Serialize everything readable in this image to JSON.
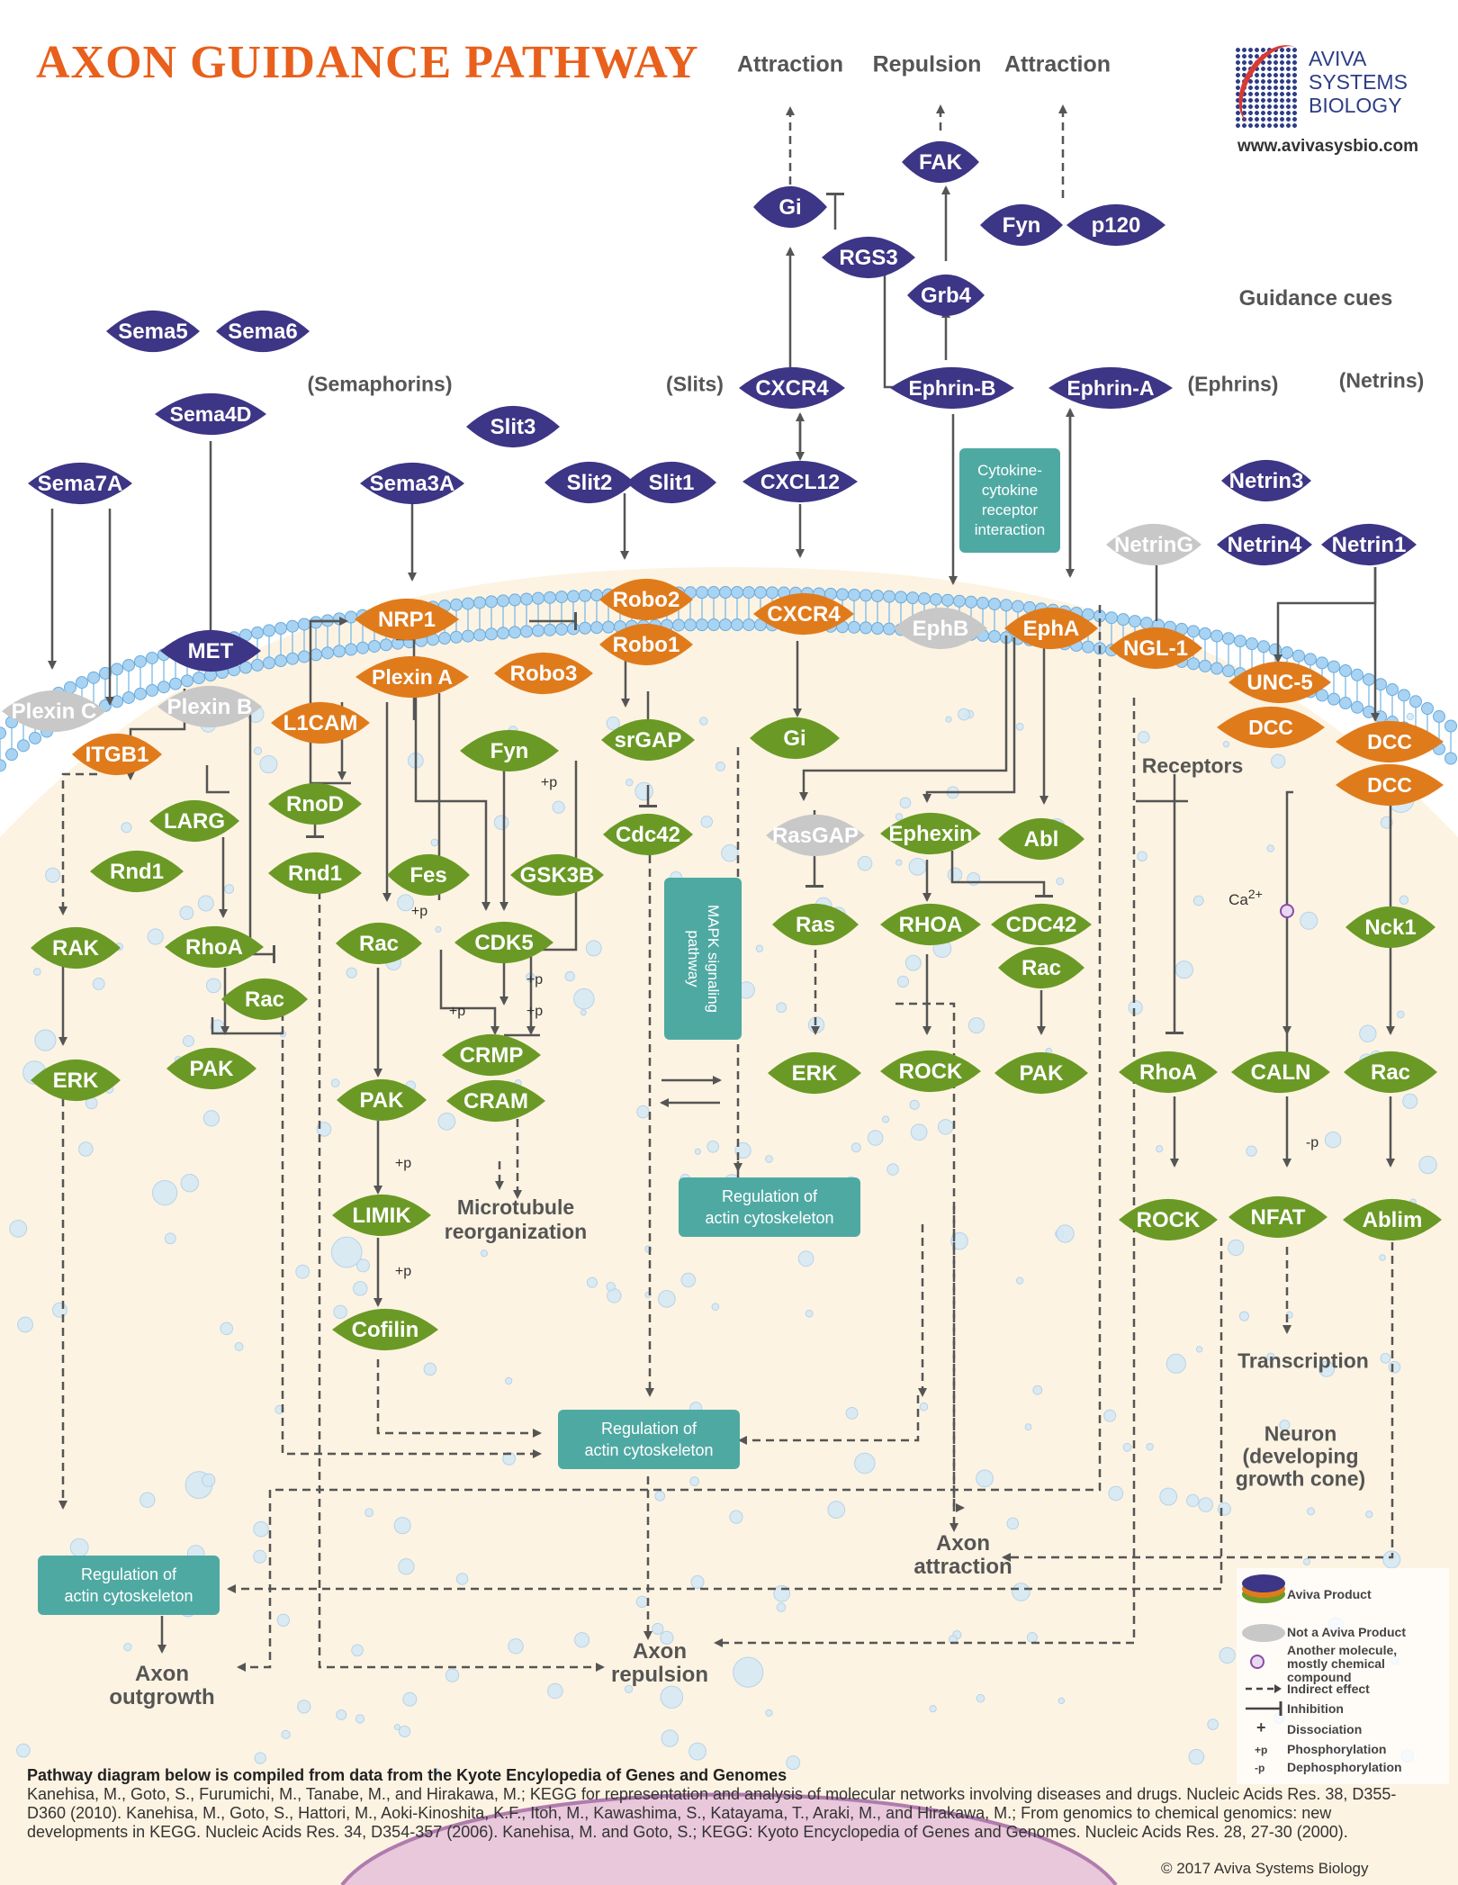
{
  "title": "AXON GUIDANCE PATHWAY",
  "logo": {
    "line1": "AVIVA",
    "line2": "SYSTEMS",
    "line3": "BIOLOGY",
    "url": "www.avivasysbio.com"
  },
  "colors": {
    "aviva_product": "#3d3585",
    "receptor": "#e07b1c",
    "intracellular": "#6a9a25",
    "not_aviva": "#c8c8c8",
    "box": "#4fa9a3",
    "title": "#e8601c"
  },
  "nodes": {
    "gi_top": "Gi",
    "fak": "FAK",
    "rgs3": "RGS3",
    "fyn_top": "Fyn",
    "p120": "p120",
    "grb4": "Grb4",
    "sema5": "Sema5",
    "sema6": "Sema6",
    "sema4d": "Sema4D",
    "sema7a": "Sema7A",
    "sema3a": "Sema3A",
    "slit3": "Slit3",
    "slit2": "Slit2",
    "slit1": "Slit1",
    "cxcr4_top": "CXCR4",
    "cxcl12": "CXCL12",
    "ephrin_b": "Ephrin-B",
    "ephrin_a": "Ephrin-A",
    "netrin3": "Netrin3",
    "netring": "NetrinG",
    "netrin4": "Netrin4",
    "netrin1": "Netrin1",
    "met": "MET",
    "nrp1": "NRP1",
    "plexin_a": "Plexin A",
    "robo2": "Robo2",
    "robo1": "Robo1",
    "robo3": "Robo3",
    "cxcr4": "CXCR4",
    "ephb": "EphB",
    "epha": "EphA",
    "ngl1": "NGL-1",
    "unc5": "UNC-5",
    "dcc_1": "DCC",
    "dcc_2": "DCC",
    "dcc_3": "DCC",
    "plexin_c": "Plexin C",
    "plexin_b": "Plexin B",
    "itgb1": "ITGB1",
    "l1cam": "L1CAM",
    "fyn": "Fyn",
    "srgap": "srGAP",
    "gi": "Gi",
    "larg": "LARG",
    "rnod": "RnoD",
    "rnd1_a": "Rnd1",
    "rnd1_b": "Rnd1",
    "cdc42": "Cdc42",
    "rasgap": "RasGAP",
    "ephexin": "Ephexin",
    "abl": "Abl",
    "fes": "Fes",
    "gsk3b": "GSK3B",
    "rak": "RAK",
    "rhoa_a": "RhoA",
    "rac_a": "Rac",
    "rac_b": "Rac",
    "cdk5": "CDK5",
    "ras": "Ras",
    "rhoa_b": "RHOA",
    "cdc42_b": "CDC42",
    "rac_c": "Rac",
    "nck1": "Nck1",
    "crmp": "CRMP",
    "cram": "CRAM",
    "erk_a": "ERK",
    "pak_a": "PAK",
    "pak_b": "PAK",
    "erk_b": "ERK",
    "rock_a": "ROCK",
    "pak_c": "PAK",
    "rhoa_c": "RhoA",
    "caln": "CALN",
    "rac_d": "Rac",
    "limik": "LIMIK",
    "rock_b": "ROCK",
    "nfat": "NFAT",
    "ablim": "Ablim",
    "cofilin": "Cofilin"
  },
  "labels": {
    "attraction_1": "Attraction",
    "repulsion": "Repulsion",
    "attraction_2": "Attraction",
    "guidance_cues": "Guidance cues",
    "semaphorins": "(Semaphorins)",
    "slits": "(Slits)",
    "ephrins": "(Ephrins)",
    "netrins": "(Netrins)",
    "receptors": "Receptors",
    "ca2": "Ca",
    "ca2_sup": "2+",
    "microtubule_1": "Microtubule",
    "microtubule_2": "reorganization",
    "transcription": "Transcription",
    "neuron_1": "Neuron",
    "neuron_2": "(developing",
    "neuron_3": "growth cone)",
    "axon_attraction_1": "Axon",
    "axon_attraction_2": "attraction",
    "axon_outgrowth_1": "Axon",
    "axon_outgrowth_2": "outgrowth",
    "axon_repulsion_1": "Axon",
    "axon_repulsion_2": "repulsion",
    "p_plus": "+p",
    "p_minus": "-p"
  },
  "boxes": {
    "cytokine_1": "Cytokine-",
    "cytokine_2": "cytokine",
    "cytokine_3": "receptor",
    "cytokine_4": "interaction",
    "mapk_1": "MAPK signaling",
    "mapk_2": "pathway",
    "reg_line1": "Regulation of",
    "reg_line2": "actin cytoskeleton"
  },
  "legend": {
    "aviva": "Aviva Product",
    "not_aviva": "Not a Aviva Product",
    "another_1": "Another molecule,",
    "another_2": "mostly chemical",
    "another_3": "compound",
    "indirect": "Indirect effect",
    "inhibition": "Inhibition",
    "dissociation": "Dissociation",
    "phos": "Phosphorylation",
    "dephos": "Dephosphorylation",
    "plus": "+",
    "p_plus": "+p",
    "p_minus": "-p"
  },
  "footer": {
    "heading": "Pathway diagram below is compiled from data from the Kyote Encylopedia of Genes and Genomes",
    "text": "Kanehisa, M., Goto, S., Furumichi, M., Tanabe, M., and Hirakawa, M.; KEGG for representation and analysis of molecular networks involving diseases and drugs. Nucleic Acids Res. 38, D355-D360 (2010). Kanehisa, M., Goto, S., Hattori, M., Aoki-Kinoshita, K.F., Itoh, M., Kawashima, S., Katayama, T., Araki, M., and Hirakawa, M.; From genomics to chemical genomics: new developments in KEGG. Nucleic Acids Res. 34, D354-357 (2006).  Kanehisa, M. and Goto, S.; KEGG: Kyoto Encyclopedia of Genes and Genomes. Nucleic Acids Res. 28, 27-30 (2000).",
    "copyright": "© 2017 Aviva Systems Biology"
  }
}
